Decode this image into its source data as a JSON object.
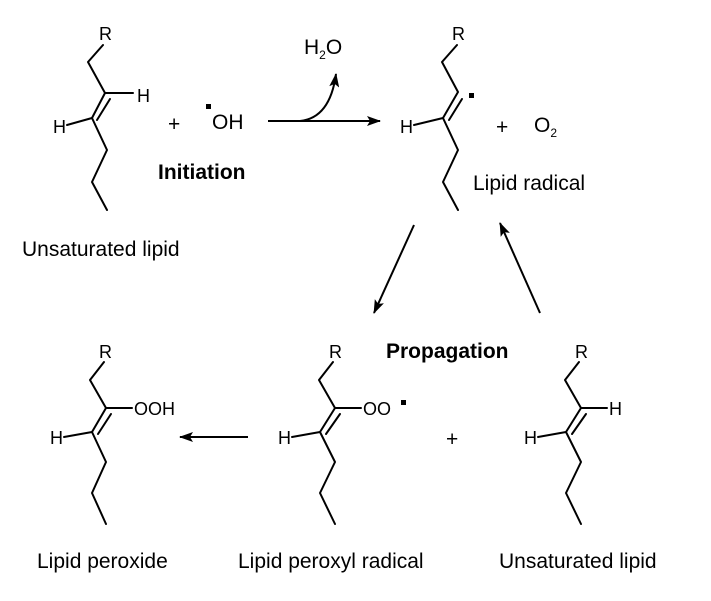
{
  "diagram": {
    "title": "",
    "initiation_label": "Initiation",
    "propagation_label": "Propagation",
    "captions": {
      "unsaturated_lipid_top": "Unsaturated lipid",
      "lipid_radical": "Lipid radical",
      "lipid_peroxide": "Lipid peroxide",
      "lipid_peroxyl_radical": "Lipid peroxyl radical",
      "unsaturated_lipid_bottom": "Unsaturated lipid"
    },
    "atoms": {
      "r": "R",
      "h": "H",
      "oh": "OH",
      "h2o_h": "H",
      "h2o_sub": "2",
      "h2o_o": "O",
      "o2_o": "O",
      "o2_sub": "2",
      "ooh": "OOH",
      "oo": "OO"
    },
    "operators": {
      "plus": "+"
    }
  }
}
